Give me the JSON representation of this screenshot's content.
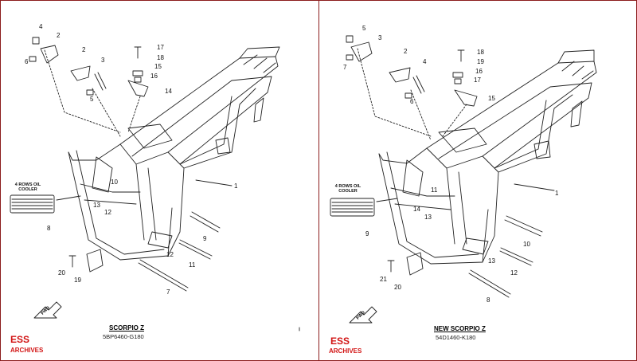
{
  "colors": {
    "border": "#8b1c1c",
    "brand_red": "#d21414",
    "line": "#222222"
  },
  "left_panel": {
    "model_name": "SCORPIO Z",
    "part_code": "5BP6460-G180",
    "oil_cooler_note": "4 ROWS OIL COOLER",
    "fwd_label": "FWD",
    "brand": "ESS",
    "brand_sub": "ARCHIVES",
    "callouts": [
      "4",
      "2",
      "6",
      "2",
      "3",
      "5",
      "17",
      "18",
      "15",
      "16",
      "14",
      "10",
      "1",
      "13",
      "12",
      "8",
      "9",
      "12",
      "11",
      "20",
      "19",
      "7"
    ]
  },
  "right_panel": {
    "model_name": "NEW SCORPIO Z",
    "part_code": "54D1460-K180",
    "oil_cooler_note": "4 ROWS OIL COOLER",
    "fwd_label": "FWD",
    "brand": "ESS",
    "brand_sub": "ARCHIVES",
    "callouts": [
      "5",
      "3",
      "7",
      "2",
      "4",
      "6",
      "18",
      "19",
      "16",
      "17",
      "15",
      "11",
      "1",
      "14",
      "13",
      "9",
      "10",
      "13",
      "12",
      "21",
      "20",
      "8"
    ]
  }
}
